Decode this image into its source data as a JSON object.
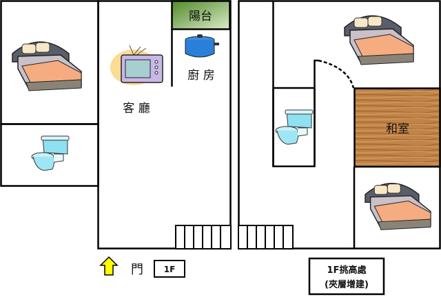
{
  "rooms": {
    "balcony": "陽台",
    "kitchen": "廚 房",
    "living_room": "客 廳",
    "japanese_room": "和室"
  },
  "labels": {
    "door": "門",
    "floor": "1F",
    "loft_line1": "1F挑高處",
    "loft_line2": "(夾層增建)"
  },
  "colors": {
    "balcony_green": "#6a9a3a",
    "wood": "#b97a3f",
    "arrow_yellow": "#ffff00"
  }
}
